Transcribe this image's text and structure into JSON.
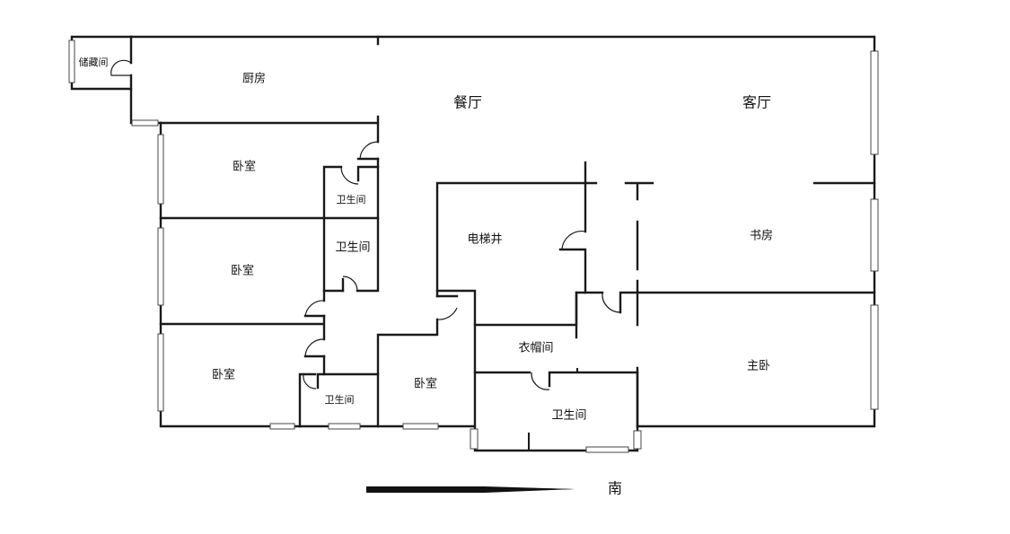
{
  "rooms": {
    "storage": "储藏间",
    "kitchen": "厨房",
    "dining": "餐厅",
    "living": "客厅",
    "bedroom1": "卧室",
    "bath1": "卫生间",
    "bath2": "卫生间",
    "bedroom2": "卧室",
    "bedroom3": "卧室",
    "bath3": "卫生间",
    "bedroom4": "卧室",
    "elevator": "电梯井",
    "study": "书房",
    "closet": "衣帽间",
    "master": "主卧",
    "master_bath": "卫生间"
  },
  "compass": {
    "label": "南"
  }
}
